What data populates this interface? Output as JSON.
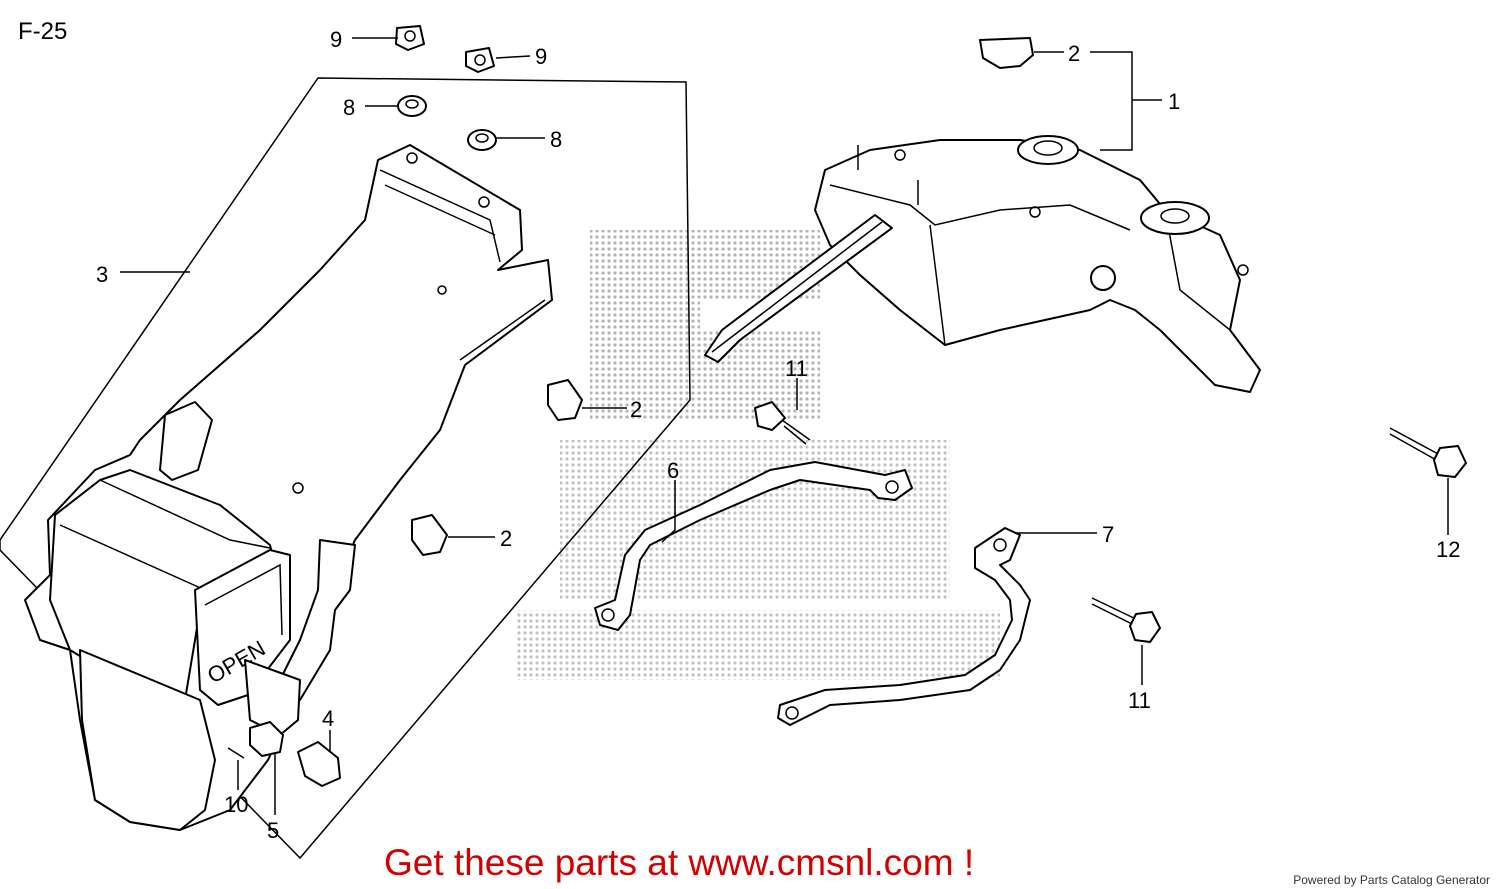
{
  "page": {
    "code": "F-25",
    "cta": "Get these parts at www.cmsnl.com !",
    "footer": "Powered by Parts Catalog Generator"
  },
  "callouts": {
    "c1": "1",
    "c2a": "2",
    "c2b": "2",
    "c2c": "2",
    "c3": "3",
    "c4": "4",
    "c5": "5",
    "c6": "6",
    "c7": "7",
    "c8a": "8",
    "c8b": "8",
    "c9a": "9",
    "c9b": "9",
    "c10": "10",
    "c11a": "11",
    "c11b": "11",
    "c12": "12"
  },
  "labels": {
    "open_mark": "OPEN"
  }
}
